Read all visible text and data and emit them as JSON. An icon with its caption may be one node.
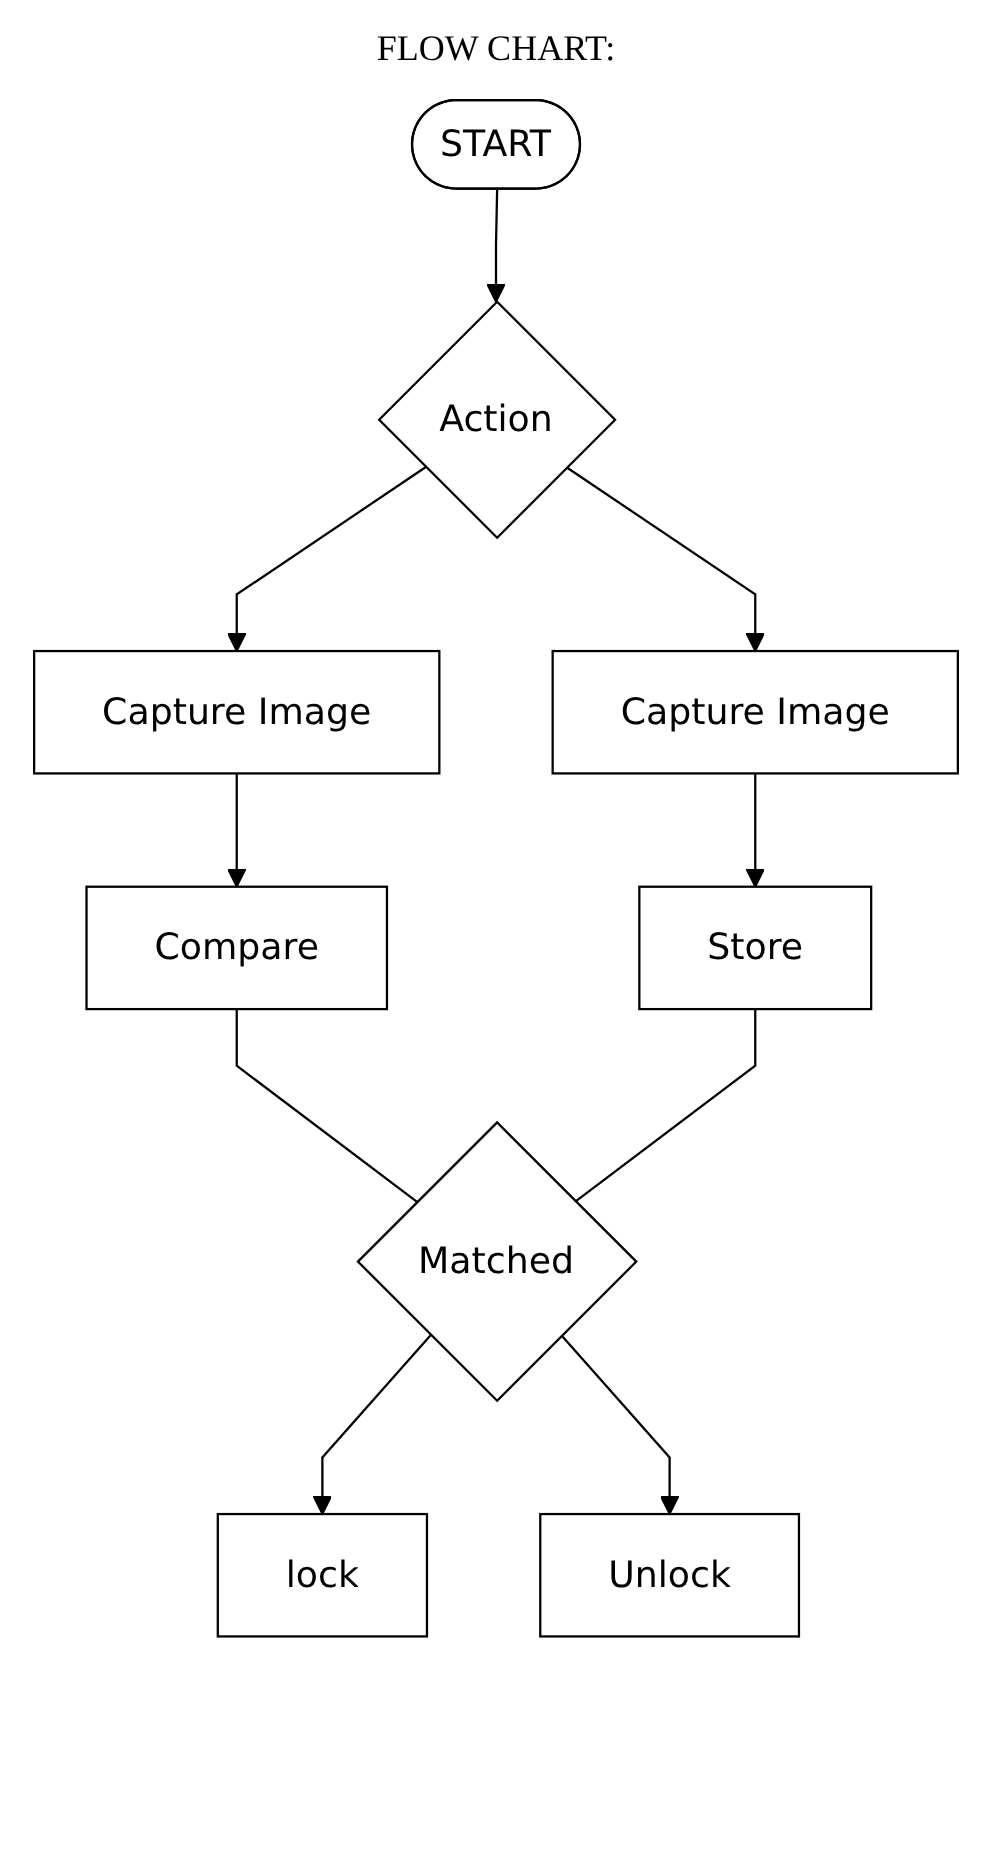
{
  "diagram": {
    "title": "FLOW CHART:",
    "nodes": [
      {
        "text": [
          "START"
        ]
      },
      {
        "text": [
          "Action"
        ]
      },
      {
        "text": [
          "Capture Image"
        ]
      },
      {
        "text": [
          "Capture Image"
        ]
      },
      {
        "text": [
          "Compare"
        ]
      },
      {
        "text": [
          "Store"
        ]
      },
      {
        "text": [
          "Matched"
        ]
      },
      {
        "text": [
          "lock"
        ]
      },
      {
        "text": [
          "Unlock"
        ]
      }
    ],
    "edges": [
      {
        "from": 0,
        "to": 1,
        "arrow": "to"
      },
      {
        "from": 1,
        "to": 2,
        "arrow": "to"
      },
      {
        "from": 1,
        "to": 3,
        "arrow": "to"
      },
      {
        "from": 2,
        "to": 4,
        "arrow": "to"
      },
      {
        "from": 3,
        "to": 5,
        "arrow": "to"
      },
      {
        "from": 4,
        "to": 6,
        "arrow": "none"
      },
      {
        "from": 5,
        "to": 6,
        "arrow": "none"
      },
      {
        "from": 6,
        "to": 7,
        "arrow": "to"
      },
      {
        "from": 6,
        "to": 8,
        "arrow": "to"
      }
    ]
  }
}
